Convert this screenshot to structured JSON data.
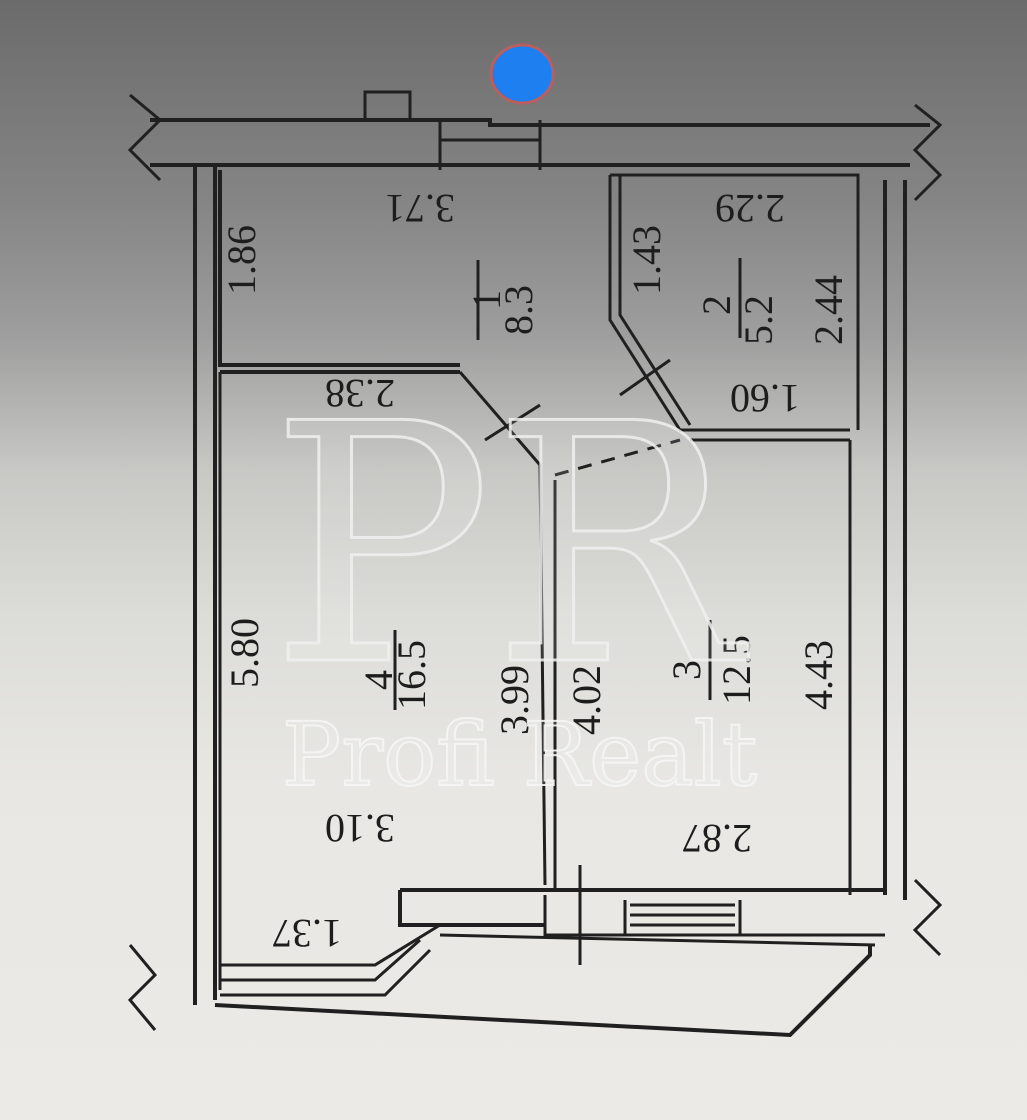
{
  "plan": {
    "rooms": [
      {
        "number": "1",
        "area": "8.3",
        "width": "3.71",
        "length": "1.86",
        "inner": "2.38"
      },
      {
        "number": "2",
        "area": "5.2",
        "width": "2.29",
        "length": "2.44",
        "side": "1.43",
        "inner": "1.60"
      },
      {
        "number": "4",
        "area": "16.5",
        "width": "3.10",
        "length": "5.80",
        "inner": "3.99"
      },
      {
        "number": "3",
        "area": "12.5",
        "width": "2.87",
        "length": "4.43",
        "inner": "4.02"
      }
    ],
    "balcony": {
      "width": "1.37"
    }
  },
  "watermark": {
    "logo_letters": "PR",
    "brand": "Profi Realt"
  },
  "marker_color": "#1e7ff0"
}
